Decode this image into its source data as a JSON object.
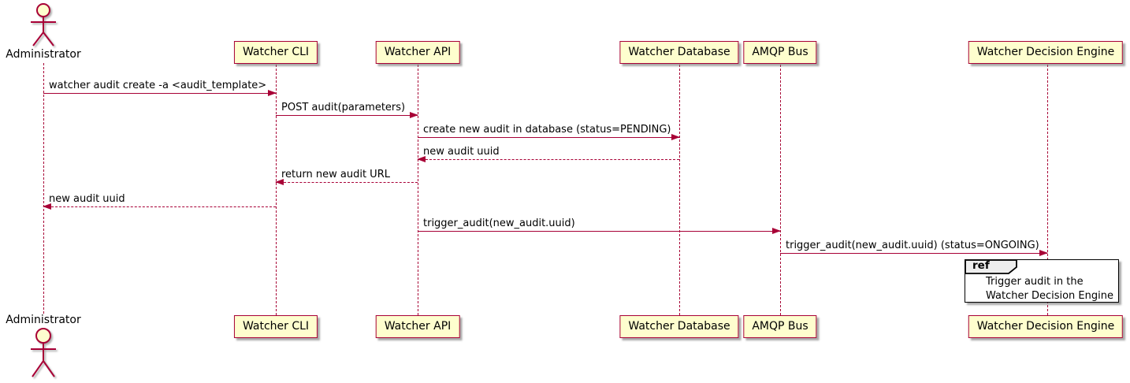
{
  "diagram": {
    "type": "sequence-diagram",
    "colors": {
      "participant_fill": "#FEFECE",
      "participant_border": "#A80036",
      "lifeline": "#A80036",
      "arrow": "#A80036",
      "text": "#000000",
      "ref_border": "#000000",
      "ref_tab_fill": "#EEEEEE",
      "background": "#FFFFFF"
    }
  },
  "participants": [
    {
      "name": "Administrator",
      "type": "actor"
    },
    {
      "name": "Watcher CLI",
      "type": "box"
    },
    {
      "name": "Watcher API",
      "type": "box"
    },
    {
      "name": "Watcher Database",
      "type": "box"
    },
    {
      "name": "AMQP Bus",
      "type": "box"
    },
    {
      "name": "Watcher Decision Engine",
      "type": "box"
    }
  ],
  "messages": [
    {
      "from": "Administrator",
      "to": "Watcher CLI",
      "label": "watcher audit create -a <audit_template>",
      "line": "solid",
      "direction": "right"
    },
    {
      "from": "Watcher CLI",
      "to": "Watcher API",
      "label": "POST audit(parameters)",
      "line": "solid",
      "direction": "right"
    },
    {
      "from": "Watcher API",
      "to": "Watcher Database",
      "label": "create new audit in database (status=PENDING)",
      "line": "solid",
      "direction": "right"
    },
    {
      "from": "Watcher Database",
      "to": "Watcher API",
      "label": "new audit uuid",
      "line": "dashed",
      "direction": "left"
    },
    {
      "from": "Watcher API",
      "to": "Watcher CLI",
      "label": "return new audit URL",
      "line": "dashed",
      "direction": "left"
    },
    {
      "from": "Watcher CLI",
      "to": "Administrator",
      "label": "new audit uuid",
      "line": "dashed",
      "direction": "left"
    },
    {
      "from": "Watcher API",
      "to": "AMQP Bus",
      "label": "trigger_audit(new_audit.uuid)",
      "line": "solid",
      "direction": "right"
    },
    {
      "from": "AMQP Bus",
      "to": "Watcher Decision Engine",
      "label": "trigger_audit(new_audit.uuid) (status=ONGOING)",
      "line": "solid",
      "direction": "right"
    }
  ],
  "ref_fragment": {
    "keyword": "ref",
    "line1": "Trigger audit in the",
    "line2": "Watcher Decision Engine"
  }
}
